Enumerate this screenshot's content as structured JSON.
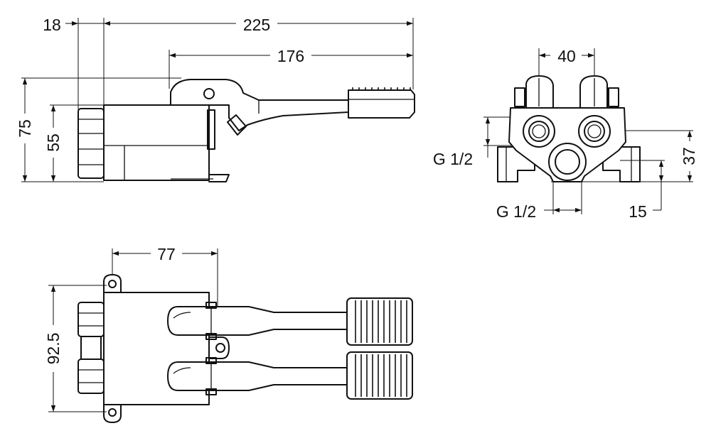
{
  "dimensions": {
    "side": {
      "d18": "18",
      "d225": "225",
      "d176": "176",
      "d75": "75",
      "d55": "55"
    },
    "end": {
      "d40": "40",
      "thread_side": "G 1/2",
      "thread_bottom": "G 1/2",
      "d15": "15",
      "d37": "37"
    },
    "top": {
      "d77": "77",
      "d92_5": "92.5"
    }
  },
  "colors": {
    "line": "#111111",
    "background": "#ffffff"
  }
}
